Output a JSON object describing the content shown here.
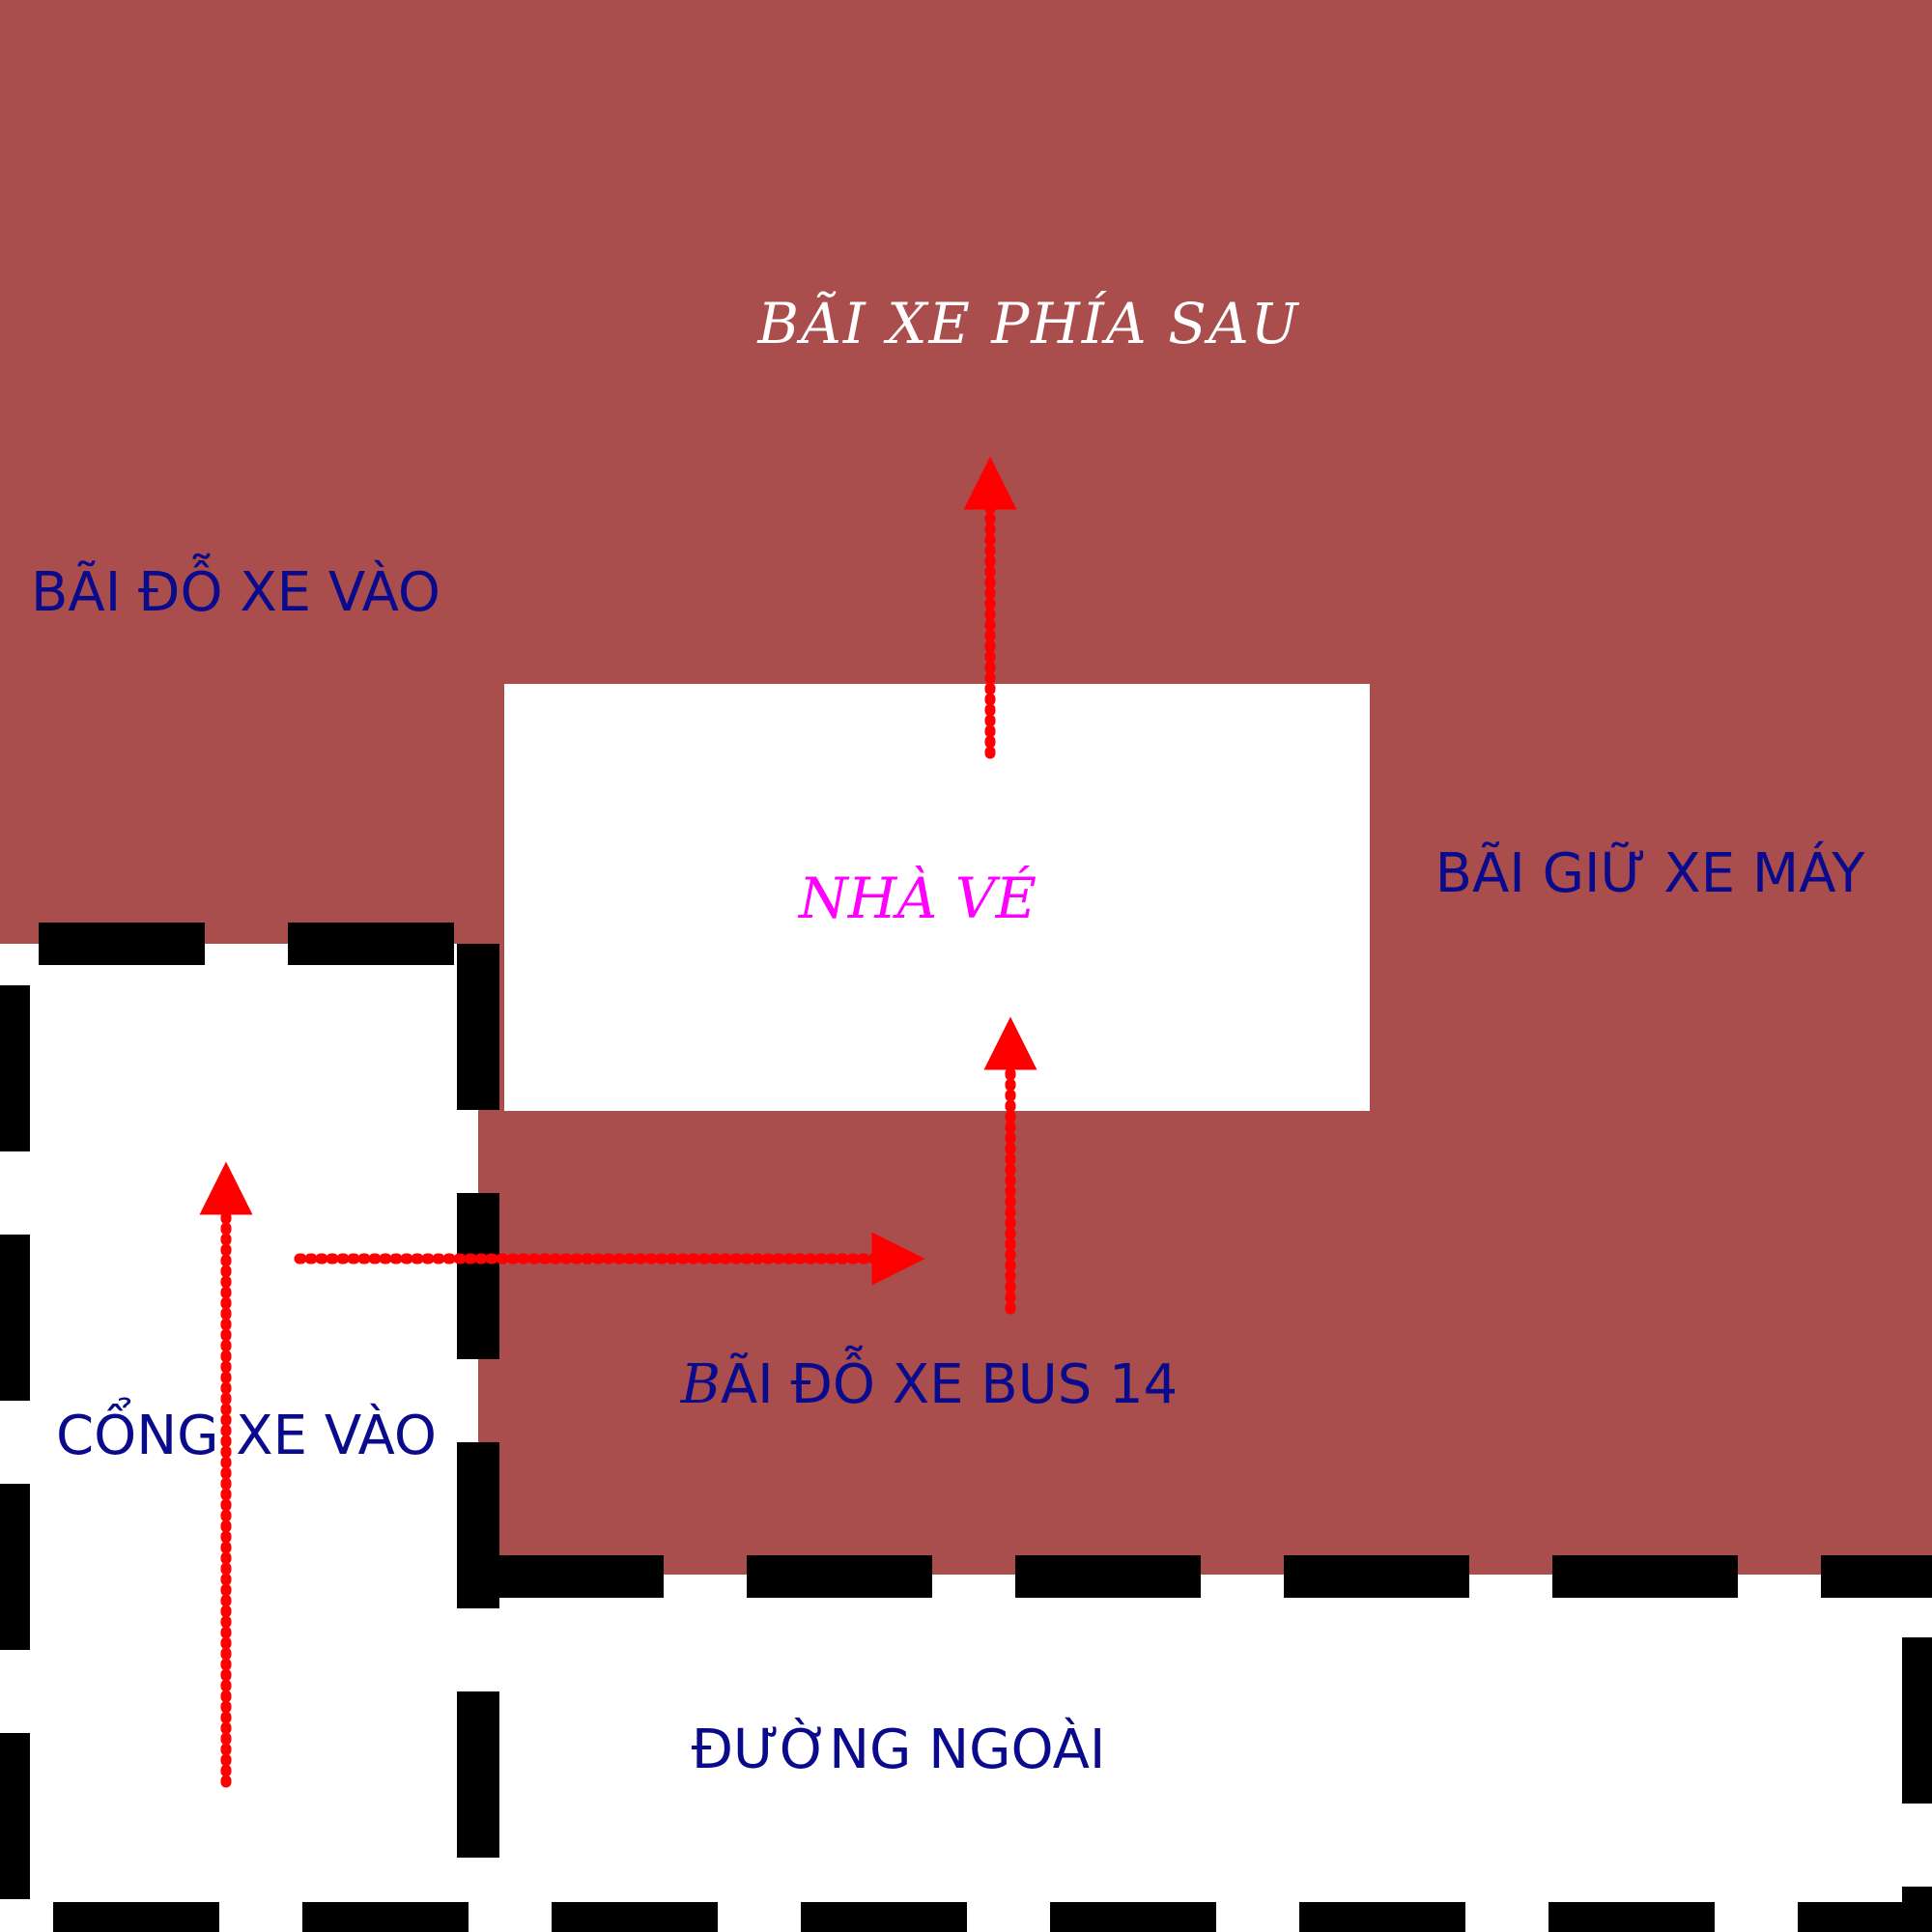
{
  "colors": {
    "lot": "#a94d4d",
    "road": "#ffffff",
    "boundary": "#000000",
    "arrow": "#ff0000",
    "label": "#0a0a8c",
    "booth_label": "#ff00ff",
    "title_label": "#ffffff"
  },
  "labels": {
    "rear_lot": "BÃI XE PHÍA SAU",
    "entry_lot": "BÃI ĐỖ XE VÀO",
    "motorbike_lot": "BÃI GIỮ XE MÁY",
    "ticket_booth": "NHÀ VÉ",
    "bus_lot_prefix": "B",
    "bus_lot_rest": "ÃI ĐỖ XE BUS 14",
    "entry_gate": "CỔNG XE VÀO",
    "outer_road": "ĐƯỜNG NGOÀI"
  },
  "icons": {
    "arrow": "arrow-icon"
  }
}
